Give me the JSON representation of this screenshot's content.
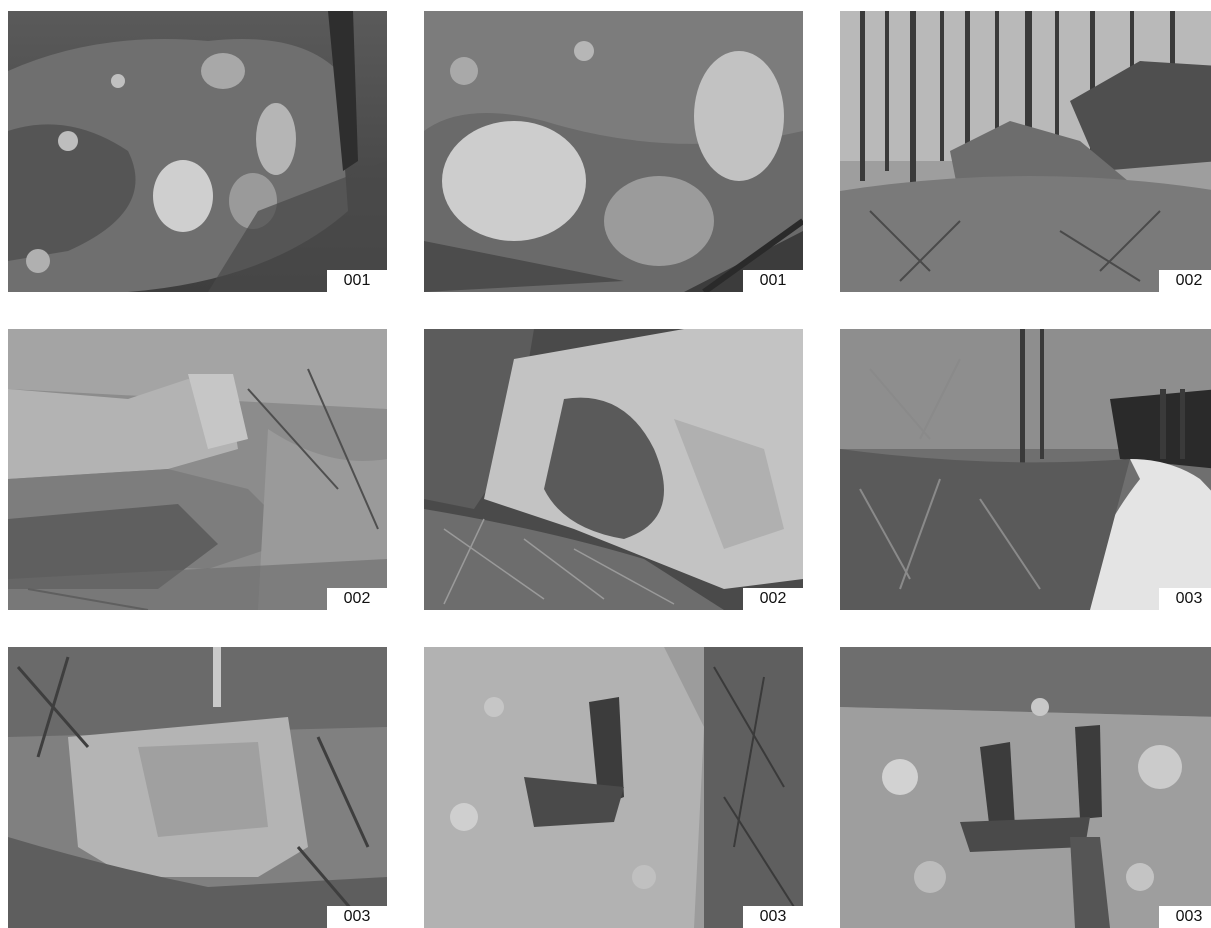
{
  "photos": [
    {
      "id_label": "001",
      "subject": "rock-with-round-stones"
    },
    {
      "id_label": "001",
      "subject": "round-stones-closeup"
    },
    {
      "id_label": "002",
      "subject": "forest-boulders"
    },
    {
      "id_label": "002",
      "subject": "layered-rock-outcrop"
    },
    {
      "id_label": "002",
      "subject": "large-boulder-closeup"
    },
    {
      "id_label": "003",
      "subject": "forest-road"
    },
    {
      "id_label": "003",
      "subject": "mossy-rock-in-undergrowth"
    },
    {
      "id_label": "003",
      "subject": "rock-face-with-groove"
    },
    {
      "id_label": "003",
      "subject": "lichen-rock-with-groove"
    }
  ]
}
